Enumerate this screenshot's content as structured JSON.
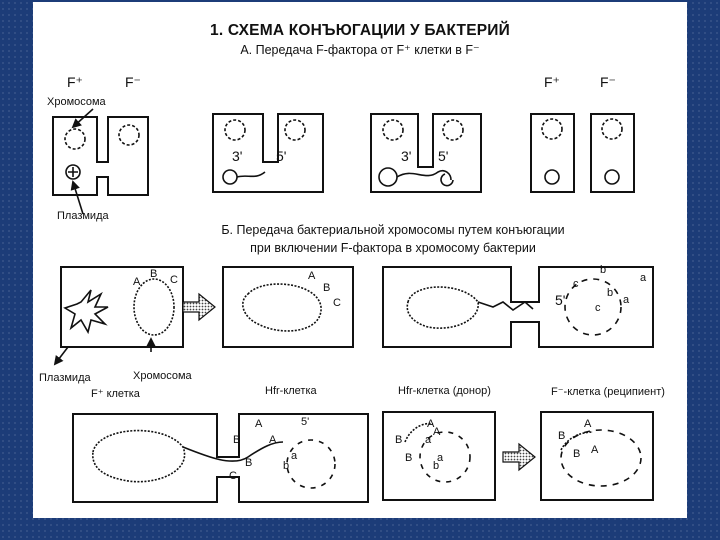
{
  "title": "1. СХЕМА КОНЪЮГАЦИИ У БАКТЕРИЙ",
  "section_a": "А. Передача F-фактора от F⁺ клетки в F⁻",
  "section_b_line1": "Б. Передача бактериальной хромосомы путем конъюгации",
  "section_b_line2": "при включении F-фактора в хромосому бактерии",
  "labels": {
    "f_plus": "F⁺",
    "f_minus": "F⁻",
    "chromosome": "Хромосома",
    "plasmid": "Плазмида",
    "three_prime": "3'",
    "five_prime": "5'",
    "plasmid_b": "Плазмида",
    "chromosome_b": "Хромосома",
    "f_plus_cell": "F⁺ клетка",
    "hfr_cell": "Hfr-клетка",
    "hfr_donor": "Hfr-клетка (донор)",
    "f_minus_recipient": "F⁻-клетка (реципиент)"
  },
  "genes": {
    "a": "A",
    "b": "B",
    "c": "C",
    "la": "a",
    "lb": "b",
    "lc": "c"
  }
}
